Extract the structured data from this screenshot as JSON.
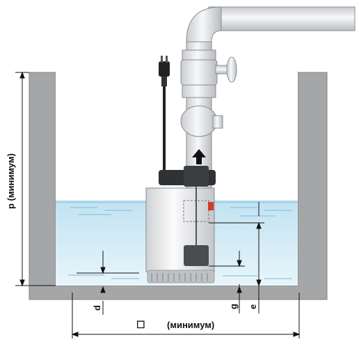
{
  "labels": {
    "p_dimension": "p (минимум)",
    "d_dimension": "d",
    "g_dimension": "g",
    "e_dimension": "e",
    "width_symbol": "☐",
    "width_label": "(минимум)"
  },
  "colors": {
    "wall": "#a4a6a8",
    "water": "#cfe9f5",
    "water_surface": "#b3dcef",
    "pipe": "#e6e8ea",
    "pump_body": "#eef0f2",
    "float": "#4a4d50",
    "dimension_line": "#111111"
  }
}
